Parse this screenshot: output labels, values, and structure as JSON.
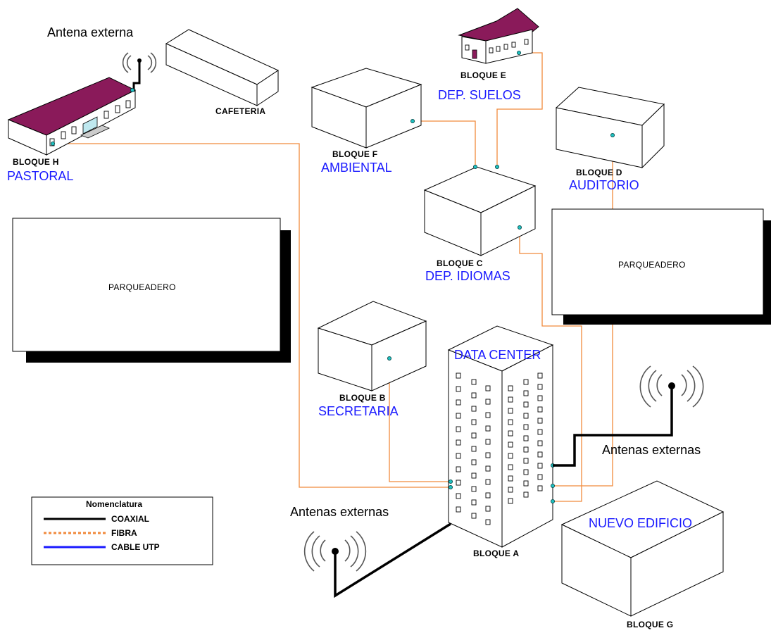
{
  "labels": {
    "bloque_h": "BLOQUE H",
    "pastoral": "PASTORAL",
    "cafeteria": "CAFETERIA",
    "bloque_e": "BLOQUE E",
    "dep_suelos": "DEP. SUELOS",
    "bloque_f": "BLOQUE F",
    "ambiental": "AMBIENTAL",
    "bloque_d": "BLOQUE D",
    "auditorio": "AUDITORIO",
    "bloque_c": "BLOQUE C",
    "dep_idiomas": "DEP. IDIOMAS",
    "parqueadero_left": "PARQUEADERO",
    "parqueadero_right": "PARQUEADERO",
    "bloque_b": "BLOQUE B",
    "secretaria": "SECRETARIA",
    "data_center": "DATA CENTER",
    "bloque_a": "BLOQUE A",
    "nuevo_edificio": "NUEVO EDIFICIO",
    "bloque_g": "BLOQUE G",
    "antena_externa": "Antena externa",
    "antenas_externas_right": "Antenas externas",
    "antenas_externas_bottom": "Antenas externas"
  },
  "legend": {
    "title": "Nomenclatura",
    "items": [
      {
        "label": "COAXIAL",
        "color": "#000000",
        "style": "solid"
      },
      {
        "label": "FIBRA",
        "color": "#f08a3c",
        "style": "dotted"
      },
      {
        "label": "CABLE UTP",
        "color": "#1a1aff",
        "style": "solid"
      }
    ]
  },
  "colors": {
    "fiber": "#f08a3c",
    "coax": "#000000",
    "utp": "#1a1aff",
    "roof": "#8a1a5a",
    "department_text": "#1a1aff",
    "connector": "#20c0c0"
  }
}
